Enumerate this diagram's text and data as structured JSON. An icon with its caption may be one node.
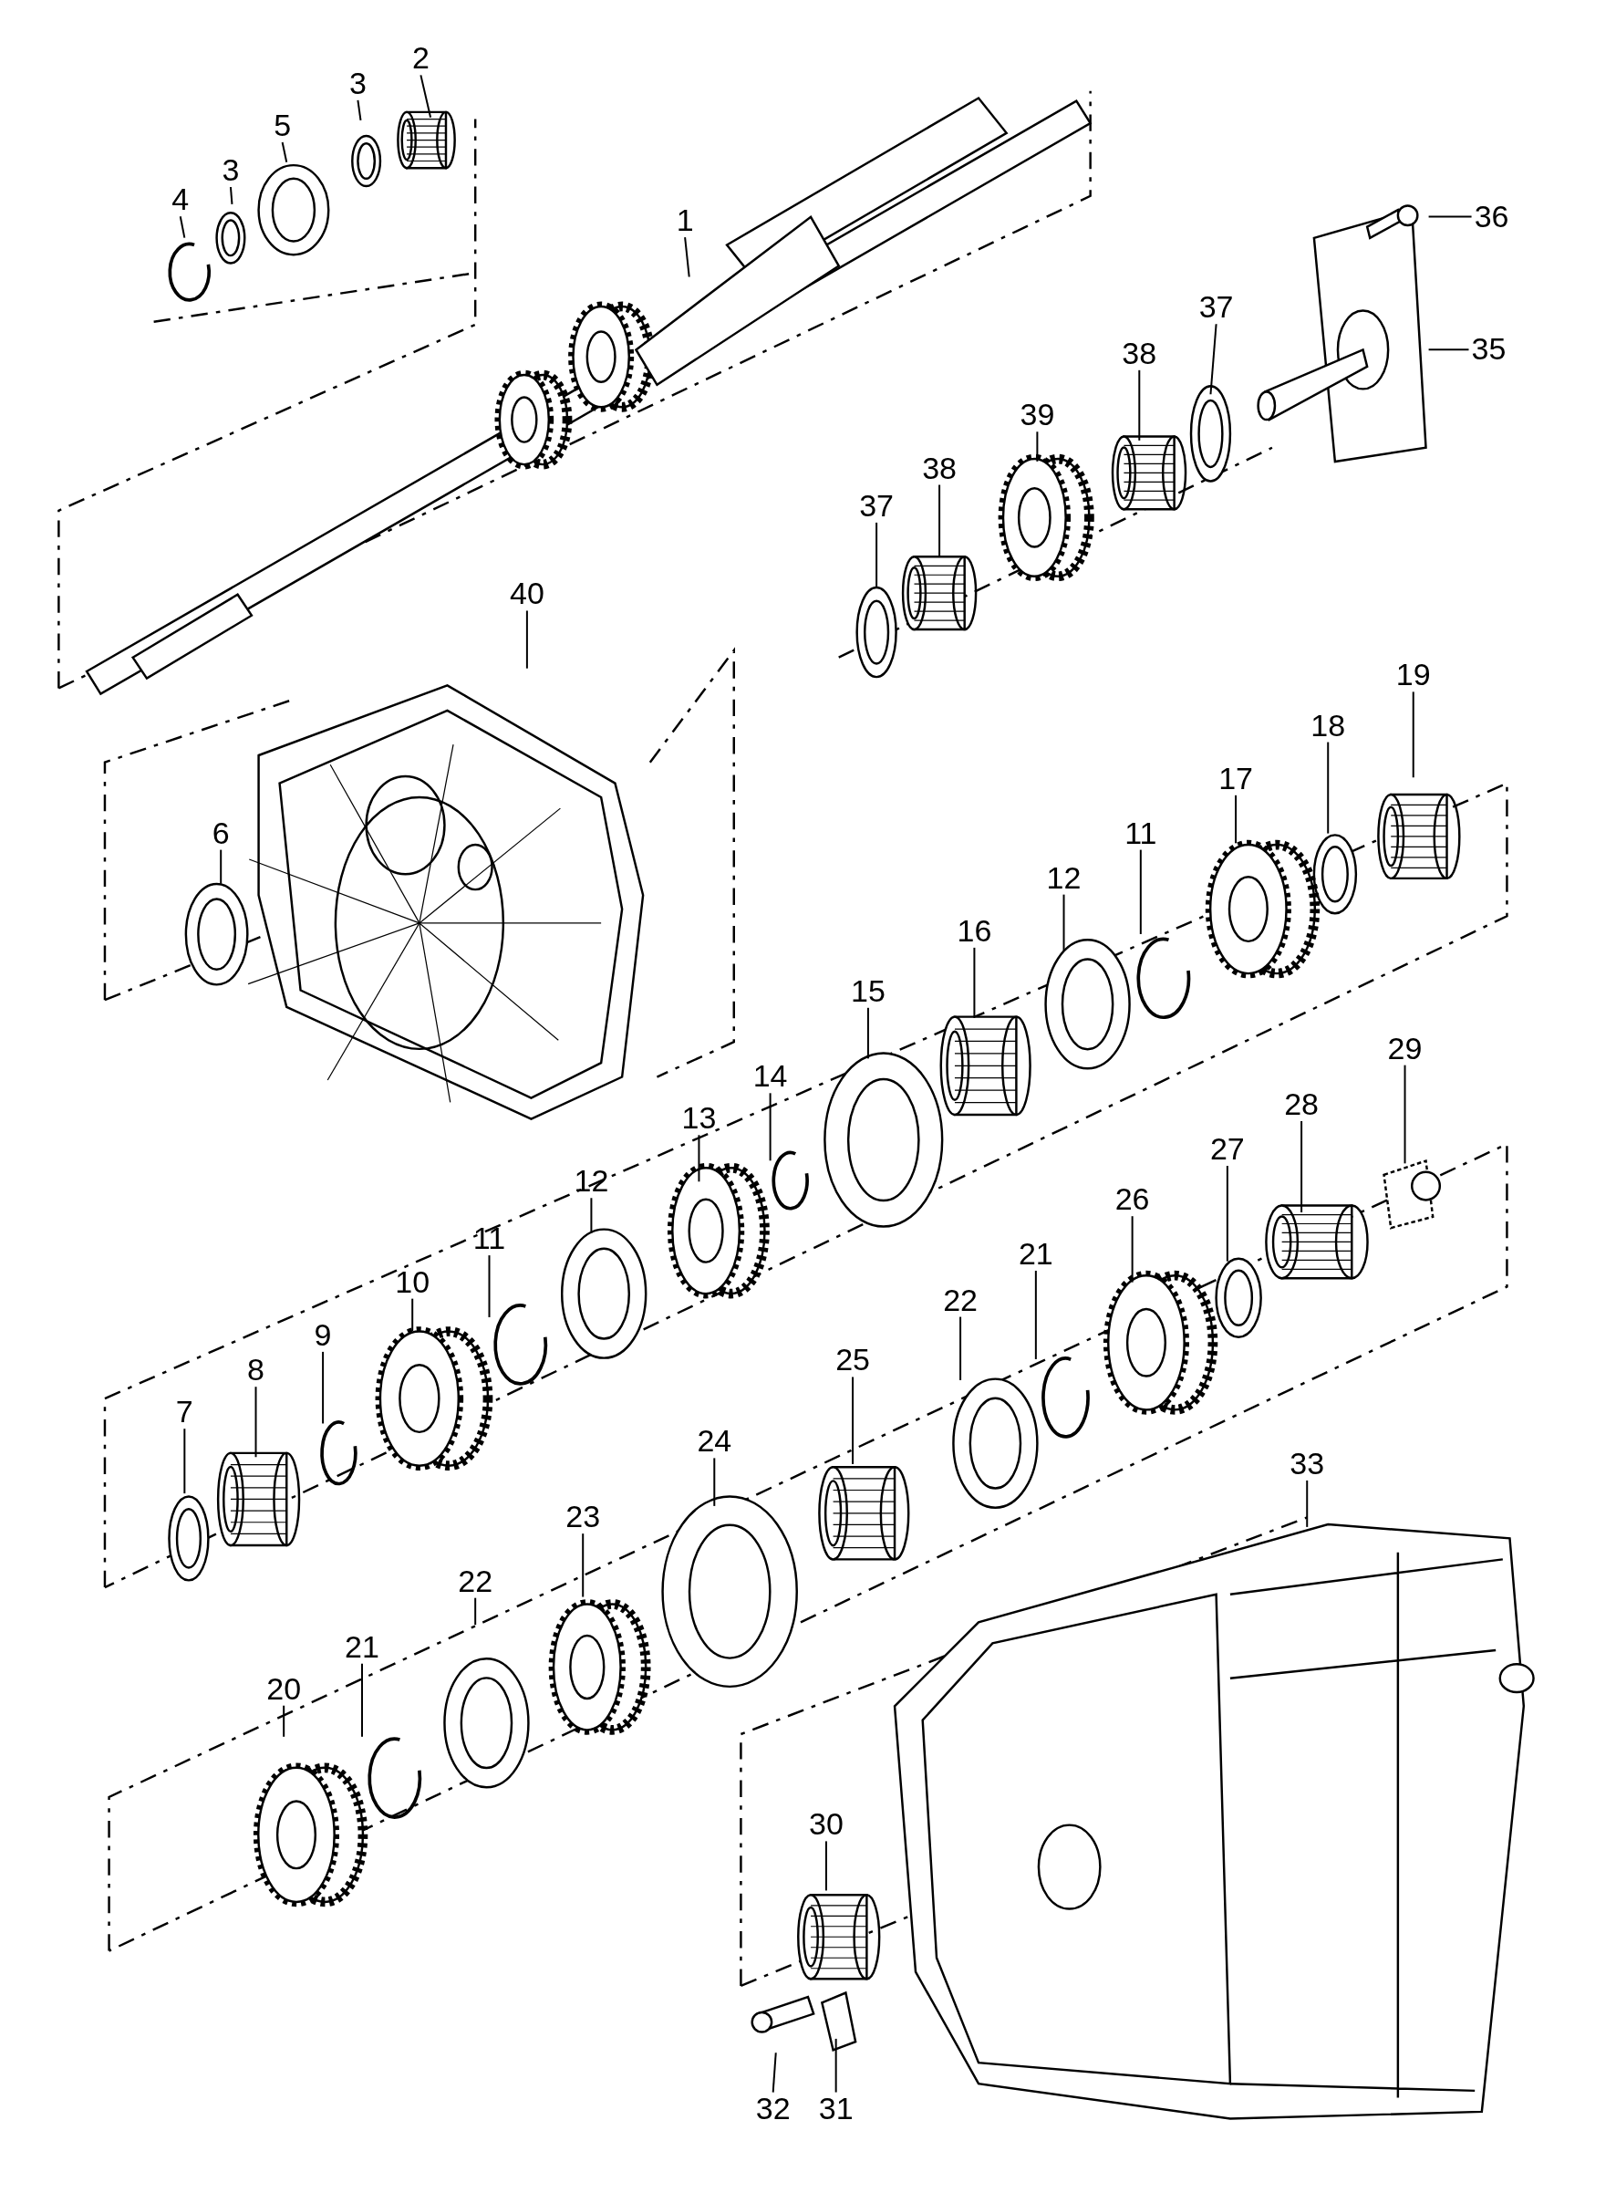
{
  "diagram": {
    "nodes": [
      {
        "text": [
          "1"
        ]
      },
      {
        "text": [
          "2"
        ]
      },
      {
        "text": [
          "3"
        ]
      },
      {
        "text": [
          "3"
        ]
      },
      {
        "text": [
          "5"
        ]
      },
      {
        "text": [
          "4"
        ]
      },
      {
        "text": [
          "36"
        ]
      },
      {
        "text": [
          "37"
        ]
      },
      {
        "text": [
          "35"
        ]
      },
      {
        "text": [
          "38"
        ]
      },
      {
        "text": [
          "39"
        ]
      },
      {
        "text": [
          "38"
        ]
      },
      {
        "text": [
          "37"
        ]
      },
      {
        "text": [
          "40"
        ]
      },
      {
        "text": [
          "6"
        ]
      },
      {
        "text": [
          "19"
        ]
      },
      {
        "text": [
          "18"
        ]
      },
      {
        "text": [
          "17"
        ]
      },
      {
        "text": [
          "11"
        ]
      },
      {
        "text": [
          "12"
        ]
      },
      {
        "text": [
          "16"
        ]
      },
      {
        "text": [
          "15"
        ]
      },
      {
        "text": [
          "14"
        ]
      },
      {
        "text": [
          "13"
        ]
      },
      {
        "text": [
          "12"
        ]
      },
      {
        "text": [
          "11"
        ]
      },
      {
        "text": [
          "10"
        ]
      },
      {
        "text": [
          "9"
        ]
      },
      {
        "text": [
          "8"
        ]
      },
      {
        "text": [
          "7"
        ]
      },
      {
        "text": [
          "29"
        ]
      },
      {
        "text": [
          "28"
        ]
      },
      {
        "text": [
          "27"
        ]
      },
      {
        "text": [
          "26"
        ]
      },
      {
        "text": [
          "21"
        ]
      },
      {
        "text": [
          "22"
        ]
      },
      {
        "text": [
          "25"
        ]
      },
      {
        "text": [
          "24"
        ]
      },
      {
        "text": [
          "23"
        ]
      },
      {
        "text": [
          "22"
        ]
      },
      {
        "text": [
          "21"
        ]
      },
      {
        "text": [
          "20"
        ]
      },
      {
        "text": [
          "33"
        ]
      },
      {
        "text": [
          "30"
        ]
      },
      {
        "text": [
          "32"
        ]
      },
      {
        "text": [
          "31"
        ]
      }
    ],
    "edges": [
      {
        "from": 0,
        "to": null,
        "arrow": "none"
      },
      {
        "from": 1,
        "to": null,
        "arrow": "none"
      },
      {
        "from": 2,
        "to": null,
        "arrow": "none"
      },
      {
        "from": 3,
        "to": null,
        "arrow": "none"
      },
      {
        "from": 4,
        "to": null,
        "arrow": "none"
      },
      {
        "from": 5,
        "to": null,
        "arrow": "none"
      },
      {
        "from": 6,
        "to": null,
        "arrow": "none"
      },
      {
        "from": 7,
        "to": null,
        "arrow": "none"
      },
      {
        "from": 8,
        "to": null,
        "arrow": "none"
      },
      {
        "from": 9,
        "to": null,
        "arrow": "none"
      },
      {
        "from": 10,
        "to": null,
        "arrow": "none"
      },
      {
        "from": 11,
        "to": null,
        "arrow": "none"
      },
      {
        "from": 12,
        "to": null,
        "arrow": "none"
      },
      {
        "from": 13,
        "to": null,
        "arrow": "none"
      },
      {
        "from": 14,
        "to": null,
        "arrow": "none"
      },
      {
        "from": 15,
        "to": null,
        "arrow": "none"
      },
      {
        "from": 16,
        "to": null,
        "arrow": "none"
      },
      {
        "from": 17,
        "to": null,
        "arrow": "none"
      },
      {
        "from": 18,
        "to": null,
        "arrow": "none"
      },
      {
        "from": 19,
        "to": null,
        "arrow": "none"
      },
      {
        "from": 20,
        "to": null,
        "arrow": "none"
      },
      {
        "from": 21,
        "to": null,
        "arrow": "none"
      },
      {
        "from": 22,
        "to": null,
        "arrow": "none"
      },
      {
        "from": 23,
        "to": null,
        "arrow": "none"
      },
      {
        "from": 24,
        "to": null,
        "arrow": "none"
      },
      {
        "from": 25,
        "to": null,
        "arrow": "none"
      },
      {
        "from": 26,
        "to": null,
        "arrow": "none"
      },
      {
        "from": 27,
        "to": null,
        "arrow": "none"
      },
      {
        "from": 28,
        "to": null,
        "arrow": "none"
      },
      {
        "from": 29,
        "to": null,
        "arrow": "none"
      },
      {
        "from": 30,
        "to": null,
        "arrow": "none"
      },
      {
        "from": 31,
        "to": null,
        "arrow": "none"
      },
      {
        "from": 32,
        "to": null,
        "arrow": "none"
      },
      {
        "from": 33,
        "to": null,
        "arrow": "none"
      },
      {
        "from": 34,
        "to": null,
        "arrow": "none"
      },
      {
        "from": 35,
        "to": null,
        "arrow": "none"
      },
      {
        "from": 36,
        "to": null,
        "arrow": "none"
      },
      {
        "from": 37,
        "to": null,
        "arrow": "none"
      },
      {
        "from": 38,
        "to": null,
        "arrow": "none"
      },
      {
        "from": 39,
        "to": null,
        "arrow": "none"
      },
      {
        "from": 40,
        "to": null,
        "arrow": "none"
      },
      {
        "from": 41,
        "to": null,
        "arrow": "none"
      },
      {
        "from": 42,
        "to": null,
        "arrow": "none"
      },
      {
        "from": 43,
        "to": null,
        "arrow": "none"
      },
      {
        "from": 44,
        "to": null,
        "arrow": "none"
      },
      {
        "from": 45,
        "to": null,
        "arrow": "none"
      }
    ]
  }
}
